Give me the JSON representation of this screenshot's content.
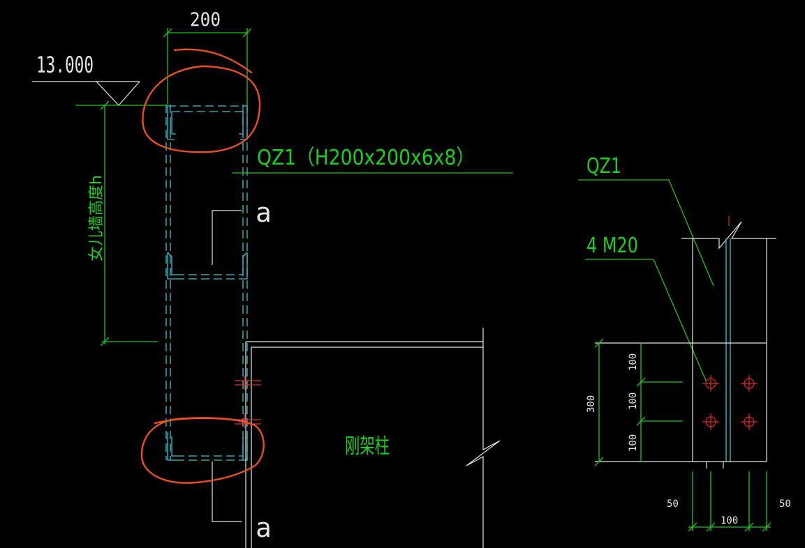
{
  "drawing": {
    "dim_top_width": "200",
    "elevation": "13.000",
    "column_label": "QZ1（H200x200x6x8）",
    "parapet_height_label": "女儿墙高度h",
    "section_mark_top": "a",
    "section_mark_bottom": "a",
    "frame_column_label": "刚架柱",
    "detail_column_label": "QZ1",
    "bolt_label": "4 M20",
    "dim_vertical_total": "300",
    "dim_vertical_parts": [
      "100",
      "100",
      "100"
    ],
    "dim_bottom_left": "50",
    "dim_bottom_middle": "100",
    "dim_bottom_right": "50"
  },
  "colors": {
    "background": "#000000",
    "annotation_green": "#19c819",
    "member_cyan": "#32c8d2",
    "line_white": "#e6e6e6",
    "bolt_red": "#e62828",
    "markup_orange": "#e8501e"
  }
}
